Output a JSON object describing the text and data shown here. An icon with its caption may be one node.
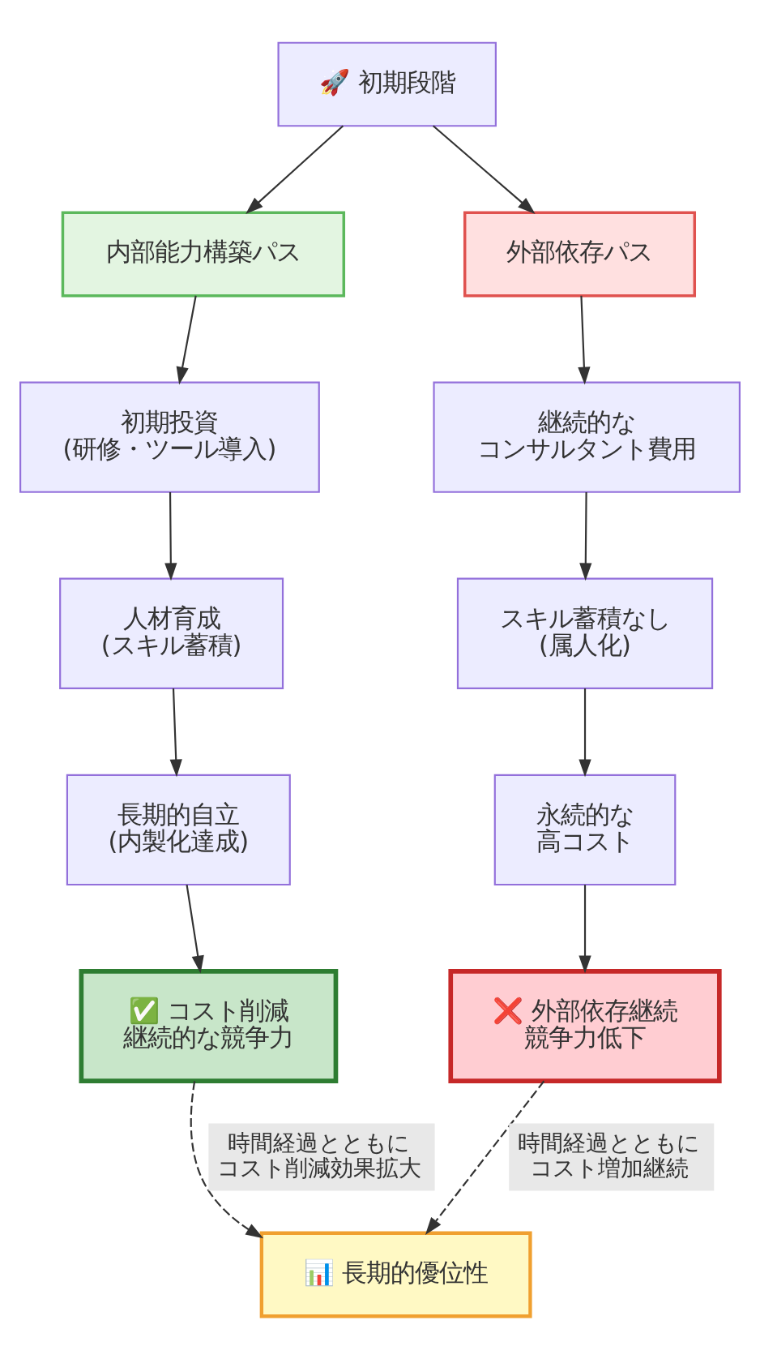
{
  "diagram": {
    "nodes": [
      {
        "text": [
          "🚀 初期段階"
        ]
      },
      {
        "text": [
          "内部能力構築パス"
        ]
      },
      {
        "text": [
          "外部依存パス"
        ]
      },
      {
        "text": [
          "初期投資",
          "(研修・ツール導入)"
        ]
      },
      {
        "text": [
          "継続的な",
          "コンサルタント費用"
        ]
      },
      {
        "text": [
          "人材育成",
          "(スキル蓄積)"
        ]
      },
      {
        "text": [
          "スキル蓄積なし",
          "(属人化)"
        ]
      },
      {
        "text": [
          "長期的自立",
          "(内製化達成)"
        ]
      },
      {
        "text": [
          "永続的な",
          "高コスト"
        ]
      },
      {
        "text": [
          "✅ コスト削減",
          "継続的な競争力"
        ]
      },
      {
        "text": [
          "❌ 外部依存継続",
          "競争力低下"
        ]
      },
      {
        "text": [
          "📊 長期的優位性"
        ]
      }
    ],
    "edges": [
      {
        "from": 0,
        "to": 1,
        "arrow": "to"
      },
      {
        "from": 0,
        "to": 2,
        "arrow": "to"
      },
      {
        "from": 1,
        "to": 3,
        "arrow": "to"
      },
      {
        "from": 3,
        "to": 5,
        "arrow": "to"
      },
      {
        "from": 5,
        "to": 7,
        "arrow": "to"
      },
      {
        "from": 7,
        "to": 9,
        "arrow": "to"
      },
      {
        "from": 2,
        "to": 4,
        "arrow": "to"
      },
      {
        "from": 4,
        "to": 6,
        "arrow": "to"
      },
      {
        "from": 6,
        "to": 8,
        "arrow": "to"
      },
      {
        "from": 8,
        "to": 10,
        "arrow": "to"
      },
      {
        "from": 9,
        "to": 11,
        "arrow": "to",
        "style": "dashed",
        "label": "時間経過とともにコスト削減効果拡大"
      },
      {
        "from": 10,
        "to": 11,
        "arrow": "to",
        "style": "dashed",
        "label": "時間経過とともにコスト増加継続"
      }
    ]
  }
}
